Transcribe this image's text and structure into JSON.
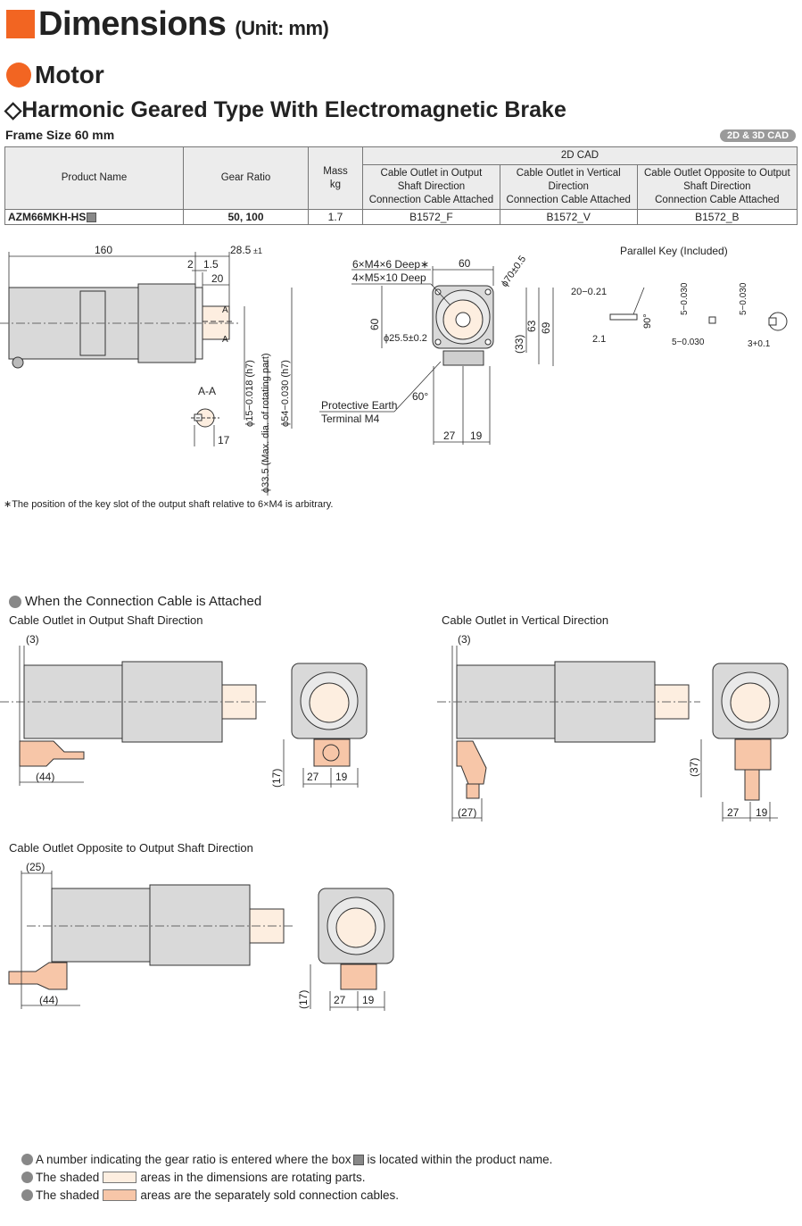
{
  "title": "Dimensions",
  "title_unit": "(Unit: mm)",
  "section": "Motor",
  "subsection": "Harmonic Geared Type With Electromagnetic Brake",
  "frame_size": "Frame Size 60 mm",
  "cad_badge": "2D & 3D CAD",
  "table": {
    "headers": {
      "product_name": "Product Name",
      "gear_ratio": "Gear Ratio",
      "mass_l1": "Mass",
      "mass_l2": "kg",
      "cad_2d": "2D CAD",
      "col_output_1": "Cable Outlet in Output",
      "col_output_2": "Shaft Direction",
      "col_output_3": "Connection Cable Attached",
      "col_vertical_1": "Cable Outlet in Vertical",
      "col_vertical_2": "Direction",
      "col_vertical_3": "Connection Cable Attached",
      "col_opposite_1": "Cable Outlet Opposite to Output",
      "col_opposite_2": "Shaft Direction",
      "col_opposite_3": "Connection Cable Attached"
    },
    "row": {
      "product": "AZM66MKH-HS",
      "gear_ratio": "50, 100",
      "mass": "1.7",
      "cad_output": "B1572_F",
      "cad_vertical": "B1572_V",
      "cad_opposite": "B1572_B"
    }
  },
  "dims": {
    "d160": "160",
    "d28_5": "28.5",
    "d28_5_tol": "±1",
    "d2": "2",
    "d1_5": "1.5",
    "d20": "20",
    "A": "A",
    "AA": "A-A",
    "d17": "17",
    "phi15": "ϕ15−0.018 (h7)",
    "phi33_5": "ϕ33.5 (Max. dia. of rotating part)",
    "phi54": "ϕ54−0.030 (h7)",
    "m4": "6×M4×6 Deep∗",
    "m5": "4×M5×10 Deep",
    "d60": "60",
    "phi70": "ϕ70±0.5",
    "phi25_5": "ϕ25.5±0.2",
    "d33": "(33)",
    "d63": "63",
    "d69": "69",
    "d60deg": "60°",
    "pe_1": "Protective Earth",
    "pe_2": "Terminal M4",
    "d27": "27",
    "d19": "19",
    "key_title": "Parallel Key (Included)",
    "key20": "20−0.21",
    "key2_1": "2.1",
    "key90": "90°",
    "key5a": "5−0.030",
    "key5b": "5−0.030",
    "key5c": "5−0.030",
    "key3": "3+0.1"
  },
  "footnote": "∗The position of the key slot of the output shaft relative to 6×M4 is arbitrary.",
  "cable_section": "When the Connection Cable is Attached",
  "cable_output": "Cable Outlet in Output Shaft Direction",
  "cable_vertical": "Cable Outlet in Vertical Direction",
  "cable_opposite": "Cable Outlet Opposite to Output Shaft Direction",
  "cdims": {
    "p3": "(3)",
    "p44": "(44)",
    "p17": "(17)",
    "p37": "(37)",
    "p27": "(27)",
    "p25": "(25)",
    "d27": "27",
    "d19": "19"
  },
  "legend": {
    "box_pre": "A number indicating the gear ratio is entered where the box",
    "box_post": "is located within the product name.",
    "shaded": "The shaded",
    "rotating": "areas in the dimensions are rotating parts.",
    "cables": "areas are the separately sold connection cables."
  },
  "colors": {
    "accent": "#f26522",
    "rotating": "#fdeee0",
    "cable": "#f7c6a8",
    "motor_gray": "#d9d9d9"
  }
}
